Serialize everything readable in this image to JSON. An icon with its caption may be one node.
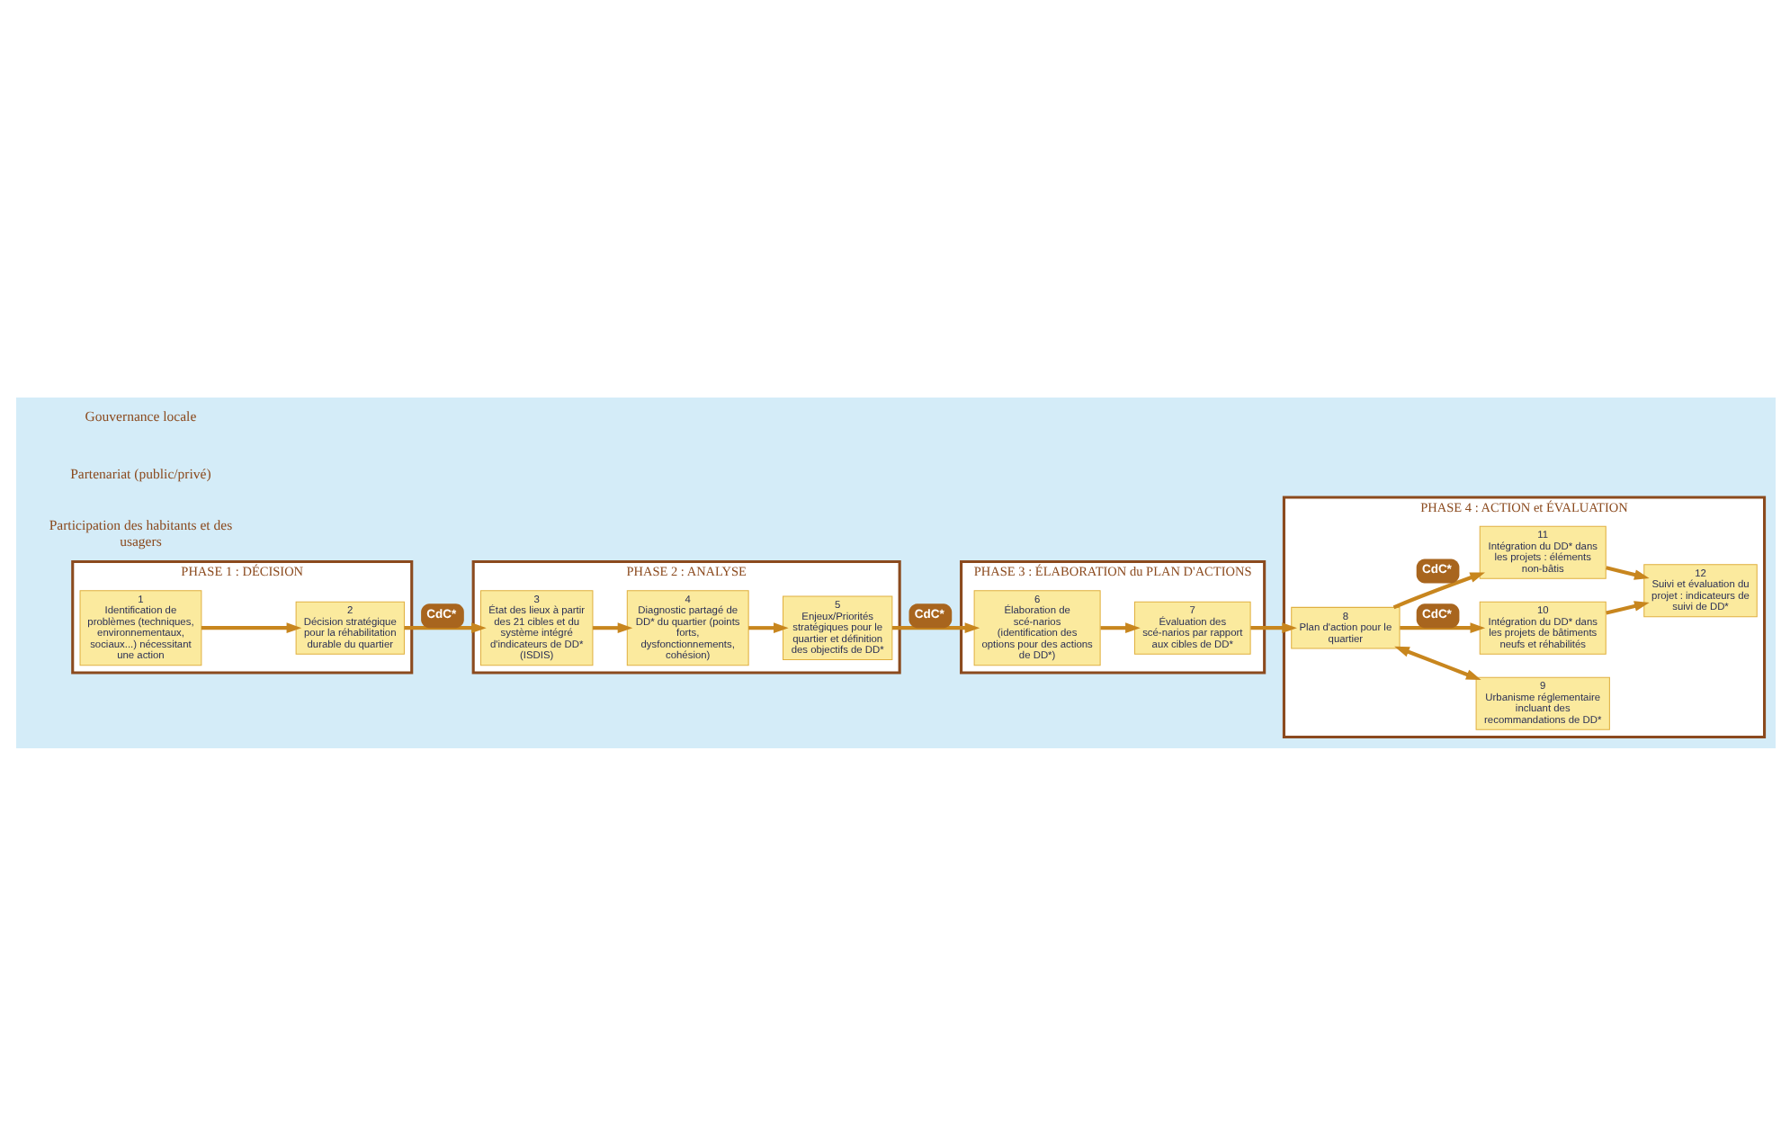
{
  "diagram": {
    "nodes": [
      {
        "text": [
          "PHASE 1 : DÉCISION"
        ]
      },
      {
        "text": [
          "1",
          "Identification de problèmes (techniques, environnementaux, sociaux...) nécessitant une action"
        ],
        "in": 0
      },
      {
        "text": [
          "2",
          "Décision stratégique pour la réhabilitation durable du quartier"
        ],
        "in": 0
      },
      {
        "text": [
          "PHASE 2 : ANALYSE"
        ]
      },
      {
        "text": [
          "3",
          "État des lieux à partir des 21 cibles et du système intégré d'indicateurs de DD* (ISDIS)"
        ],
        "in": 3
      },
      {
        "text": [
          "4",
          "Diagnostic partagé de DD* du quartier (points forts, dysfonctionnements, cohésion)"
        ],
        "in": 3
      },
      {
        "text": [
          "5",
          "Enjeux/Priorités stratégiques pour le quartier et définition des objectifs de DD*"
        ],
        "in": 3
      },
      {
        "text": [
          "PHASE 3 : ÉLABORATION du PLAN D'ACTIONS"
        ]
      },
      {
        "text": [
          "6",
          "Élaboration de scé-narios (identification des options pour des actions de DD*)"
        ],
        "in": 7
      },
      {
        "text": [
          "7",
          "Évaluation des scé-narios par rapport aux cibles de DD*"
        ],
        "in": 7
      },
      {
        "text": [
          "PHASE 4 : ACTION et ÉVALUATION"
        ]
      },
      {
        "text": [
          "8",
          "Plan d'action pour le quartier"
        ],
        "in": 10
      },
      {
        "text": [
          "9",
          "Urbanisme réglementaire incluant des recommandations de DD*"
        ],
        "in": 10
      },
      {
        "text": [
          "10",
          "Intégration du DD* dans les projets de bâtiments neufs et réhabilités"
        ],
        "in": 10
      },
      {
        "text": [
          "11",
          "Intégration du DD* dans les projets : éléments non-bâtis"
        ],
        "in": 10
      },
      {
        "text": [
          "12",
          "Suivi et évaluation du projet : indicateurs de suivi de DD*"
        ],
        "in": 10
      }
    ],
    "edges": [
      {
        "from": 1,
        "to": 2,
        "arrow": "to"
      },
      {
        "from": 2,
        "to": 4,
        "arrow": "to",
        "label": "CdC*"
      },
      {
        "from": 4,
        "to": 5,
        "arrow": "to"
      },
      {
        "from": 5,
        "to": 6,
        "arrow": "to"
      },
      {
        "from": 6,
        "to": 8,
        "arrow": "to",
        "label": "CdC*"
      },
      {
        "from": 8,
        "to": 9,
        "arrow": "to"
      },
      {
        "from": 9,
        "to": 11,
        "arrow": "to"
      },
      {
        "from": 11,
        "to": 12,
        "arrow": "both"
      },
      {
        "from": 11,
        "to": 14,
        "arrow": "to",
        "label": "CdC*"
      },
      {
        "from": 11,
        "to": 13,
        "arrow": "to",
        "label": "CdC*"
      },
      {
        "from": 14,
        "to": 15,
        "arrow": "to"
      },
      {
        "from": 13,
        "to": 15,
        "arrow": "to"
      }
    ],
    "labels": [
      "Participation des habitants et des usagers",
      "Partenariat (public/privé)",
      "Gouvernance locale"
    ]
  }
}
